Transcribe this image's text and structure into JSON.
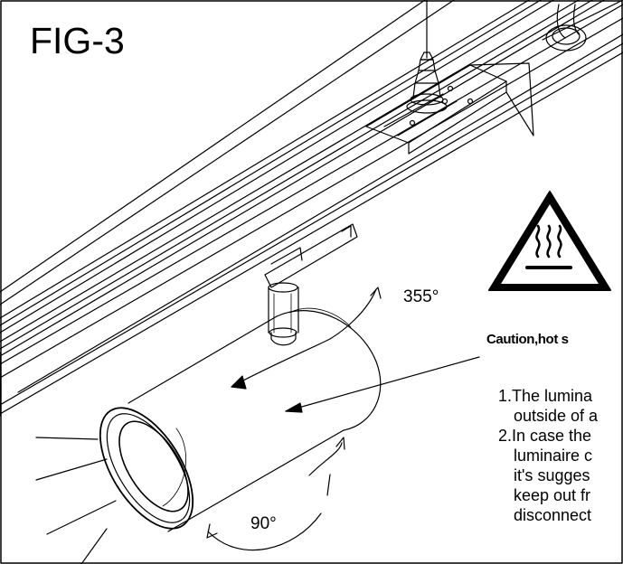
{
  "figure": {
    "title": "FIG-3"
  },
  "angles": {
    "pan": "355°",
    "tilt": "90°"
  },
  "warning": {
    "icon": "hot-surface-warning-icon",
    "caution_text": "Caution,hot s",
    "notes": [
      "1.The lumina",
      "outside of a",
      "2.In case the",
      "luminaire c",
      "it's sugges",
      "keep out fr",
      "disconnect"
    ]
  }
}
